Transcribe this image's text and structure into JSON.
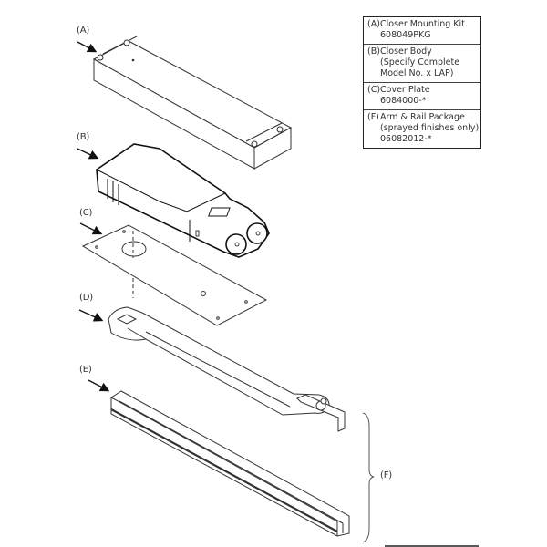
{
  "diagram": {
    "callouts": {
      "A": "(A)",
      "B": "(B)",
      "C": "(C)",
      "D": "(D)",
      "E": "(E)",
      "F": "(F)"
    },
    "legend": [
      {
        "key": "(A)",
        "lines": [
          "Closer Mounting Kit",
          "608049PKG"
        ]
      },
      {
        "key": "(B)",
        "lines": [
          "Closer Body",
          "(Specify Complete",
          "Model No. x LAP)"
        ]
      },
      {
        "key": "(C)",
        "lines": [
          "Cover Plate",
          "6084000-*"
        ]
      },
      {
        "key": "(F)",
        "lines": [
          "Arm & Rail Package",
          "(sprayed finishes only)",
          "06082012-*"
        ]
      }
    ],
    "parts": [
      {
        "id": "A",
        "name": "mounting-kit-box"
      },
      {
        "id": "B",
        "name": "closer-body"
      },
      {
        "id": "C",
        "name": "cover-plate"
      },
      {
        "id": "D",
        "name": "arm"
      },
      {
        "id": "E",
        "name": "rail"
      }
    ],
    "colors": {
      "line": "#222222",
      "background": "#ffffff"
    }
  }
}
